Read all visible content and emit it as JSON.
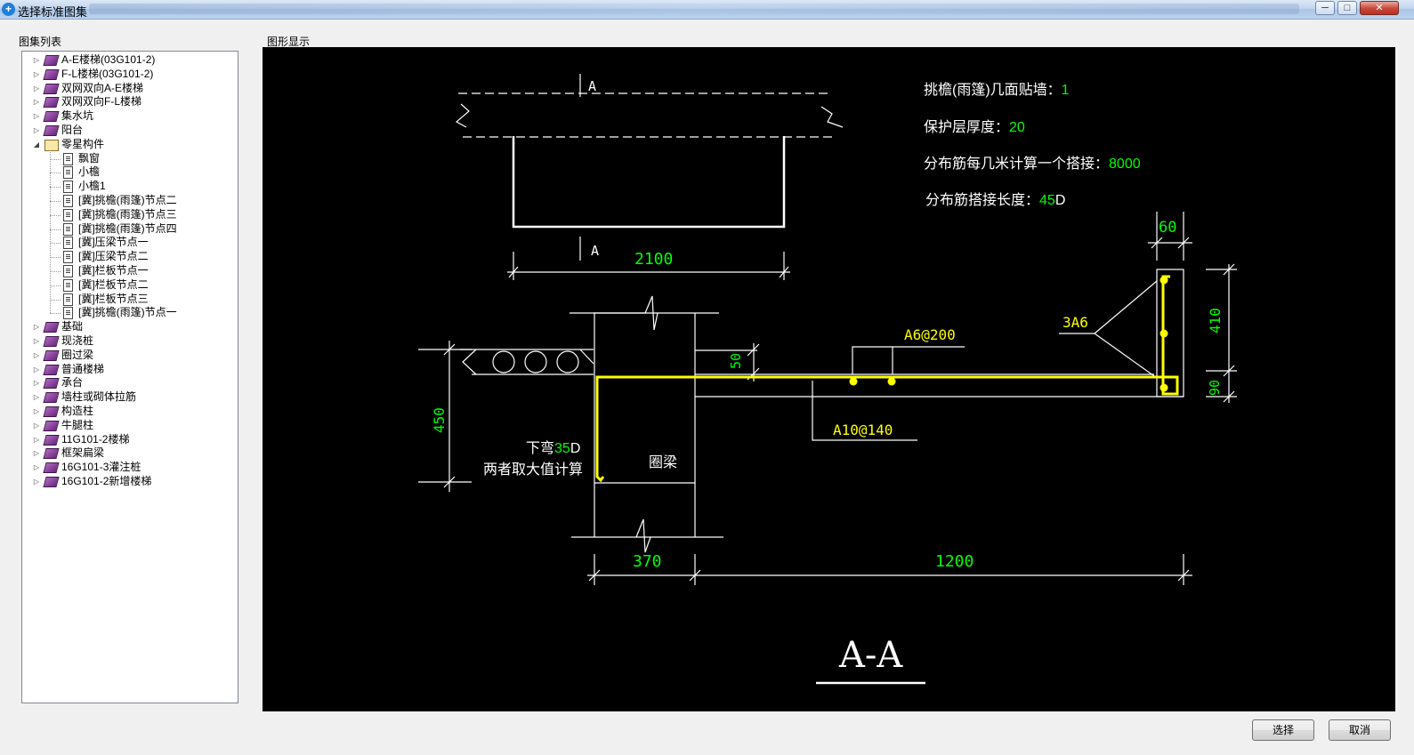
{
  "window": {
    "title": "选择标准图集",
    "icon": "app-plus-icon",
    "buttons": {
      "minimize": "─",
      "maximize": "□",
      "close": "✕"
    }
  },
  "left_panel": {
    "label": "图集列表",
    "tree": [
      {
        "label": "A-E楼梯(03G101-2)",
        "icon": "book-icon",
        "expanded": false
      },
      {
        "label": "F-L楼梯(03G101-2)",
        "icon": "book-icon",
        "expanded": false
      },
      {
        "label": "双网双向A-E楼梯",
        "icon": "book-icon",
        "expanded": false
      },
      {
        "label": "双网双向F-L楼梯",
        "icon": "book-icon",
        "expanded": false
      },
      {
        "label": "集水坑",
        "icon": "book-icon",
        "expanded": false
      },
      {
        "label": "阳台",
        "icon": "book-icon",
        "expanded": false
      },
      {
        "label": "零星构件",
        "icon": "open-book-icon",
        "expanded": true,
        "children": [
          "飘窗",
          "小檐",
          "小檐1",
          "[冀]挑檐(雨篷)节点二",
          "[冀]挑檐(雨篷)节点三",
          "[冀]挑檐(雨篷)节点四",
          "[冀]压梁节点一",
          "[冀]压梁节点二",
          "[冀]栏板节点一",
          "[冀]栏板节点二",
          "[冀]栏板节点三",
          "[冀]挑檐(雨篷)节点一"
        ]
      },
      {
        "label": "基础",
        "icon": "book-icon",
        "expanded": false
      },
      {
        "label": "现浇桩",
        "icon": "book-icon",
        "expanded": false
      },
      {
        "label": "圈过梁",
        "icon": "book-icon",
        "expanded": false
      },
      {
        "label": "普通楼梯",
        "icon": "book-icon",
        "expanded": false
      },
      {
        "label": "承台",
        "icon": "book-icon",
        "expanded": false
      },
      {
        "label": "墙柱或砌体拉筋",
        "icon": "book-icon",
        "expanded": false
      },
      {
        "label": "构造柱",
        "icon": "book-icon",
        "expanded": false
      },
      {
        "label": "牛腿柱",
        "icon": "book-icon",
        "expanded": false
      },
      {
        "label": "11G101-2楼梯",
        "icon": "book-icon",
        "expanded": false
      },
      {
        "label": "框架扁梁",
        "icon": "book-icon",
        "expanded": false
      },
      {
        "label": "16G101-3灌注桩",
        "icon": "book-icon",
        "expanded": false
      },
      {
        "label": "16G101-2新增楼梯",
        "icon": "book-icon",
        "expanded": false
      }
    ]
  },
  "right_panel": {
    "label": "图形显示",
    "drawing": {
      "params": [
        {
          "label": "挑檐(雨篷)几面贴墙：",
          "value": "1",
          "suffix": ""
        },
        {
          "label": "保护层厚度：",
          "value": "20",
          "suffix": ""
        },
        {
          "label": "分布筋每几米计算一个搭接：",
          "value": "8000",
          "suffix": ""
        },
        {
          "label": "分布筋搭接长度：",
          "value": "45",
          "suffix": "D"
        }
      ],
      "section_mark": "A",
      "section_title": "A-A",
      "dims": {
        "plan_width": "2100",
        "lip_width": "60",
        "lip_height": "410",
        "slab_thickness": "90",
        "step": "50",
        "beam_height": "450",
        "beam_width": "370",
        "cantilever": "1200"
      },
      "rebar": {
        "distribution": "A6@200",
        "main": "A10@140",
        "lip": "3A6",
        "bend_prefix": "下弯",
        "bend_value": "35",
        "bend_suffix": "D",
        "bend_note": "两者取大值计算"
      },
      "beam_label": "圈梁",
      "colors": {
        "background": "#000000",
        "line": "#ffffff",
        "value": "#00ff00",
        "rebar": "#ffff00"
      }
    }
  },
  "footer": {
    "select_button": "选择",
    "cancel_button": "取消"
  }
}
